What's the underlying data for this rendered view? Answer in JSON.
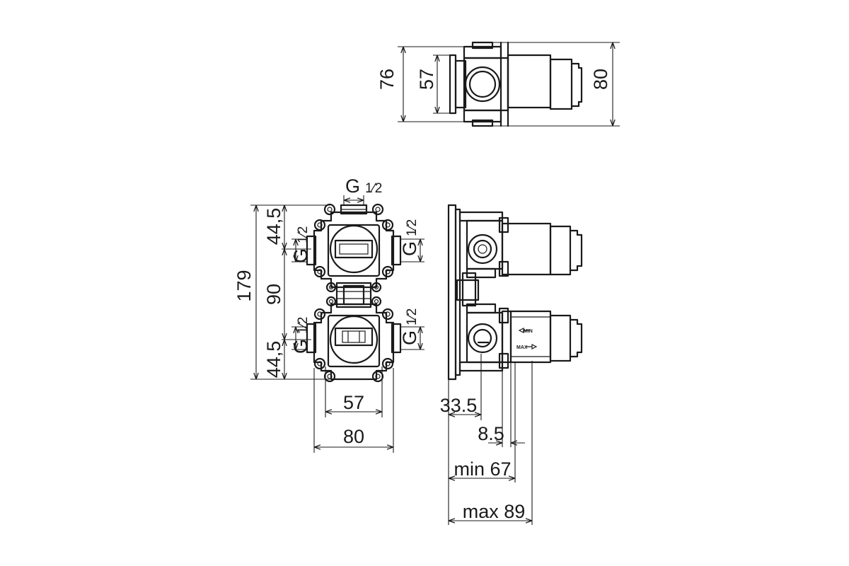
{
  "top_view": {
    "dim_left_outer": "76",
    "dim_left_inner": "57",
    "dim_right": "80"
  },
  "front_view": {
    "top_connection": {
      "letter": "G",
      "fraction": "1⁄2"
    },
    "left_upper_connection": {
      "letter": "G",
      "fraction": "1⁄2"
    },
    "left_lower_connection": {
      "letter": "G",
      "fraction": "1⁄2"
    },
    "right_upper_connection": {
      "letter": "G",
      "fraction": "1⁄2"
    },
    "right_lower_connection": {
      "letter": "G",
      "fraction": "1⁄2"
    },
    "dim_total_height": "179",
    "dim_top_segment": "44,5",
    "dim_middle_segment": "90",
    "dim_bottom_segment": "44,5",
    "dim_inner_width": "57",
    "dim_outer_width": "80"
  },
  "side_view": {
    "scale_min": "MIN",
    "scale_max": "MAX",
    "dim_33_5": "33.5",
    "dim_8_5": "8.5",
    "dim_min": "min 67",
    "dim_max": "max 89"
  }
}
